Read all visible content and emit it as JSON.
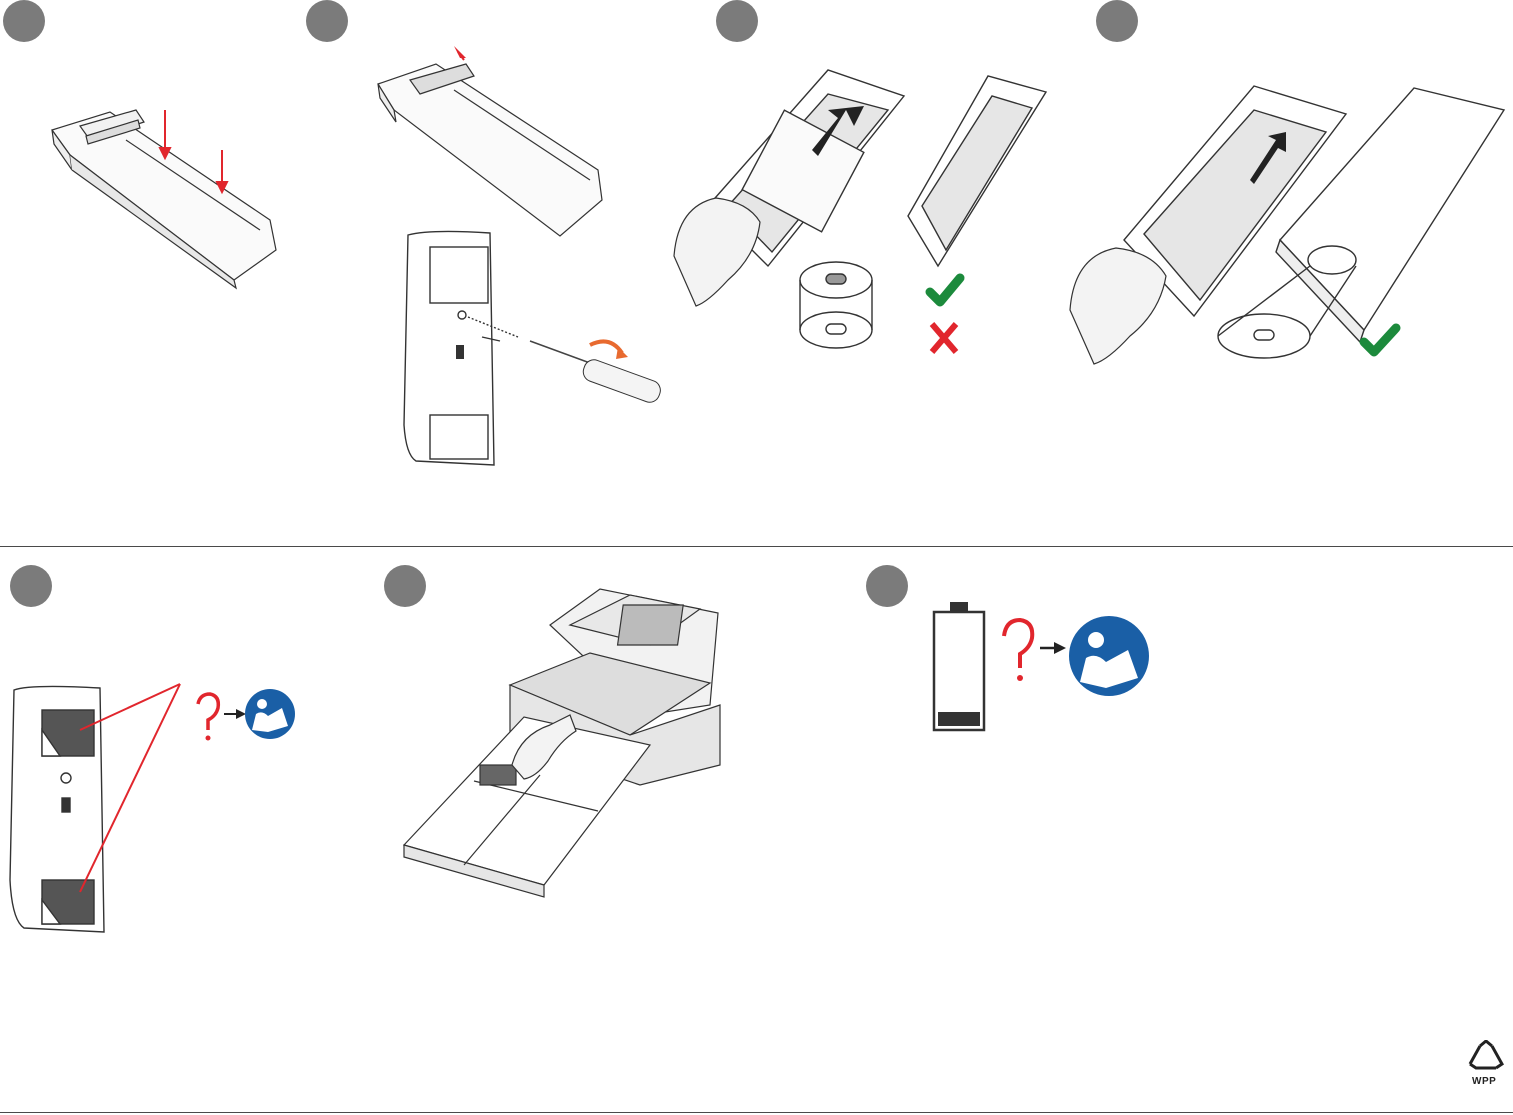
{
  "steps": [
    {
      "id": "step-1",
      "badge_color": "#7b7b7b"
    },
    {
      "id": "step-2",
      "badge_color": "#7b7b7b"
    },
    {
      "id": "step-3",
      "badge_color": "#7b7b7b"
    },
    {
      "id": "step-4",
      "badge_color": "#7b7b7b"
    },
    {
      "id": "step-5",
      "badge_color": "#7b7b7b"
    },
    {
      "id": "step-6",
      "badge_color": "#7b7b7b"
    },
    {
      "id": "step-7",
      "badge_color": "#7b7b7b"
    }
  ],
  "icons": {
    "down_arrow": "arrow-down-icon",
    "screwdriver": "screwdriver-icon",
    "check": "check-mark-icon",
    "cross": "cross-mark-icon",
    "question": "question-mark-icon",
    "manual": "read-manual-icon",
    "battery": "low-battery-icon",
    "recycle": "recycle-icon"
  },
  "colors": {
    "accent_red": "#e1262d",
    "check_green": "#1c8a3c",
    "manual_blue": "#1a5fa6",
    "badge_grey": "#7b7b7b"
  },
  "recycle_label": "WPP"
}
